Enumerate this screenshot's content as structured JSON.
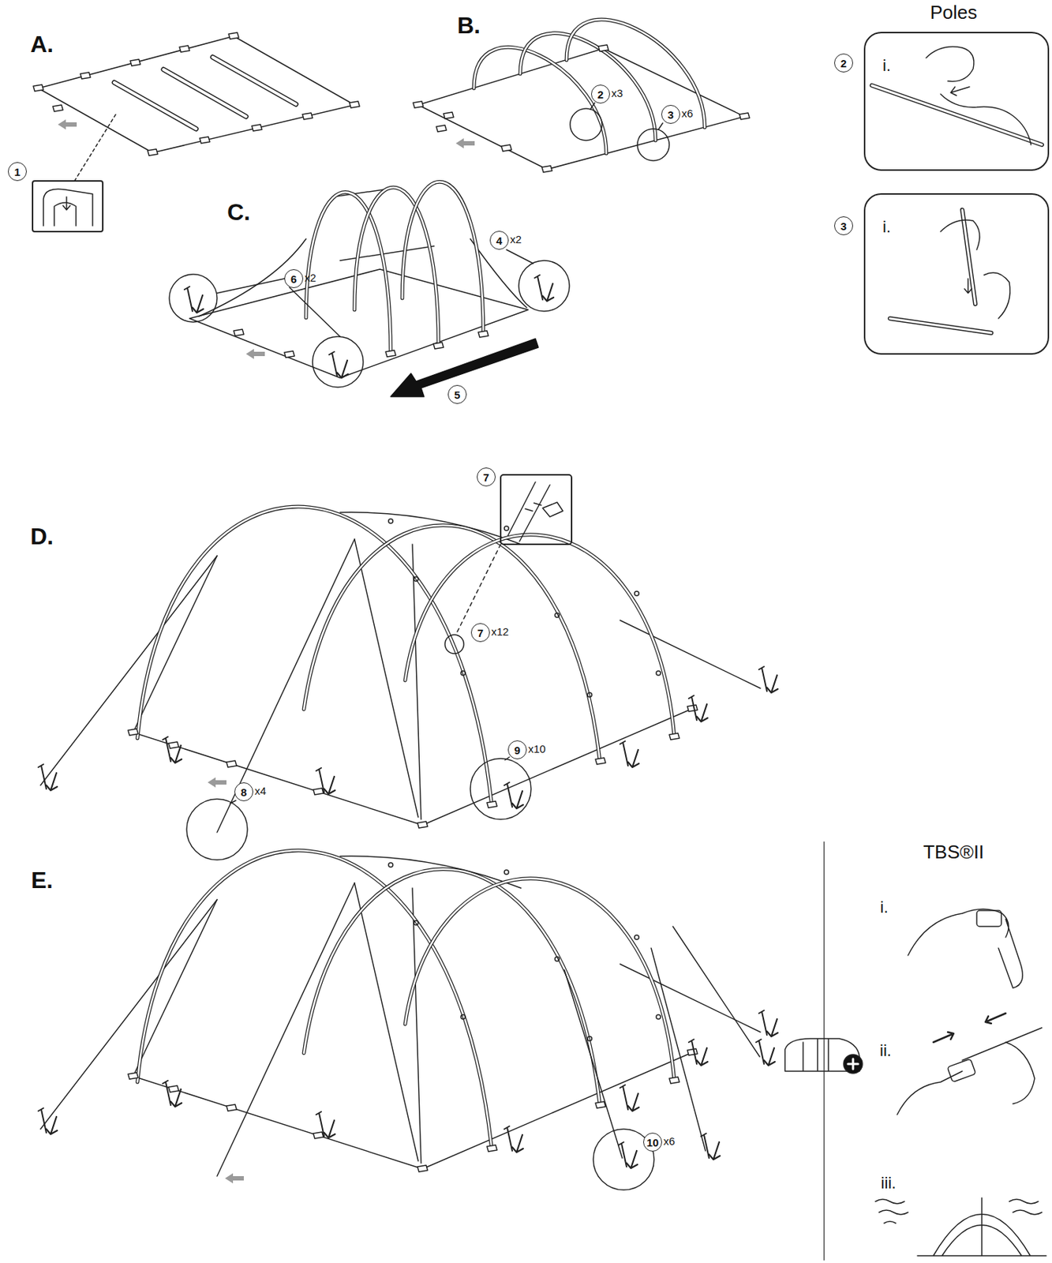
{
  "diagram": {
    "nodes": [
      {
        "text": [
          "1"
        ]
      },
      {
        "text": [
          "2",
          "x3"
        ]
      },
      {
        "text": [
          "3",
          "x6"
        ]
      },
      {
        "text": [
          "2"
        ]
      },
      {
        "text": [
          "i."
        ]
      },
      {
        "text": [
          "3"
        ]
      },
      {
        "text": [
          "i."
        ]
      },
      {
        "text": [
          "6",
          "x2"
        ]
      },
      {
        "text": [
          "4",
          "x2"
        ]
      },
      {
        "text": [
          "5"
        ]
      },
      {
        "text": [
          "7"
        ]
      },
      {
        "text": [
          "7",
          "x12"
        ]
      },
      {
        "text": [
          "9",
          "x10"
        ]
      },
      {
        "text": [
          "8",
          "x4"
        ]
      },
      {
        "text": [
          "10",
          "x6"
        ]
      }
    ],
    "labels": [
      "A.",
      "B.",
      "Poles",
      "C.",
      "D.",
      "E.",
      "TBS®II",
      "i.",
      "ii.",
      "iii."
    ]
  }
}
